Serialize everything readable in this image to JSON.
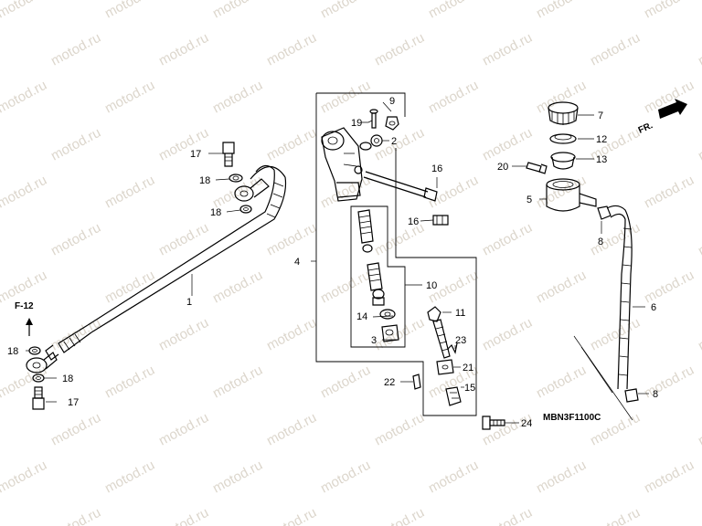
{
  "watermark": "motod.ru",
  "diagram_code": "MBN3F1100C",
  "front_indicator": "FR.",
  "reference_label": "F-12",
  "callouts": [
    {
      "id": "c1",
      "text": "1"
    },
    {
      "id": "c2",
      "text": "2"
    },
    {
      "id": "c3",
      "text": "3"
    },
    {
      "id": "c4",
      "text": "4"
    },
    {
      "id": "c5",
      "text": "5"
    },
    {
      "id": "c6",
      "text": "6"
    },
    {
      "id": "c7",
      "text": "7"
    },
    {
      "id": "c8a",
      "text": "8"
    },
    {
      "id": "c8b",
      "text": "8"
    },
    {
      "id": "c9",
      "text": "9"
    },
    {
      "id": "c10",
      "text": "10"
    },
    {
      "id": "c11",
      "text": "11"
    },
    {
      "id": "c12",
      "text": "12"
    },
    {
      "id": "c13",
      "text": "13"
    },
    {
      "id": "c14",
      "text": "14"
    },
    {
      "id": "c15",
      "text": "15"
    },
    {
      "id": "c16a",
      "text": "16"
    },
    {
      "id": "c16b",
      "text": "16"
    },
    {
      "id": "c17a",
      "text": "17"
    },
    {
      "id": "c17b",
      "text": "17"
    },
    {
      "id": "c18a",
      "text": "18"
    },
    {
      "id": "c18b",
      "text": "18"
    },
    {
      "id": "c18c",
      "text": "18"
    },
    {
      "id": "c18d",
      "text": "18"
    },
    {
      "id": "c19",
      "text": "19"
    },
    {
      "id": "c20",
      "text": "20"
    },
    {
      "id": "c21",
      "text": "21"
    },
    {
      "id": "c22",
      "text": "22"
    },
    {
      "id": "c23",
      "text": "23"
    },
    {
      "id": "c24",
      "text": "24"
    }
  ]
}
